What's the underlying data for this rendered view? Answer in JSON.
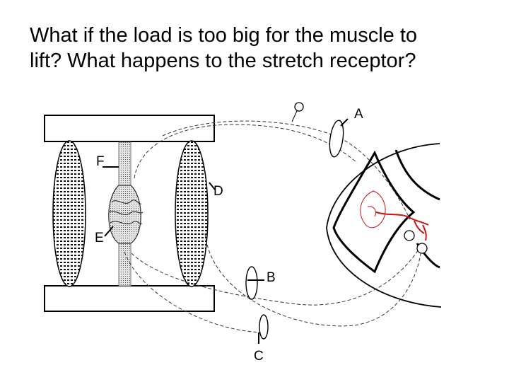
{
  "slide": {
    "title_line1": "What if the load is too big for the muscle to",
    "title_line2": "lift?  What happens to the stretch receptor?"
  },
  "diagram": {
    "labels": {
      "a": "A",
      "b": "B",
      "c": "C",
      "d": "D",
      "e": "E",
      "f": "F"
    },
    "colors": {
      "line": "#000000",
      "afferent_red": "#cc1111",
      "spindle_fill": "#d8d8d8"
    }
  }
}
